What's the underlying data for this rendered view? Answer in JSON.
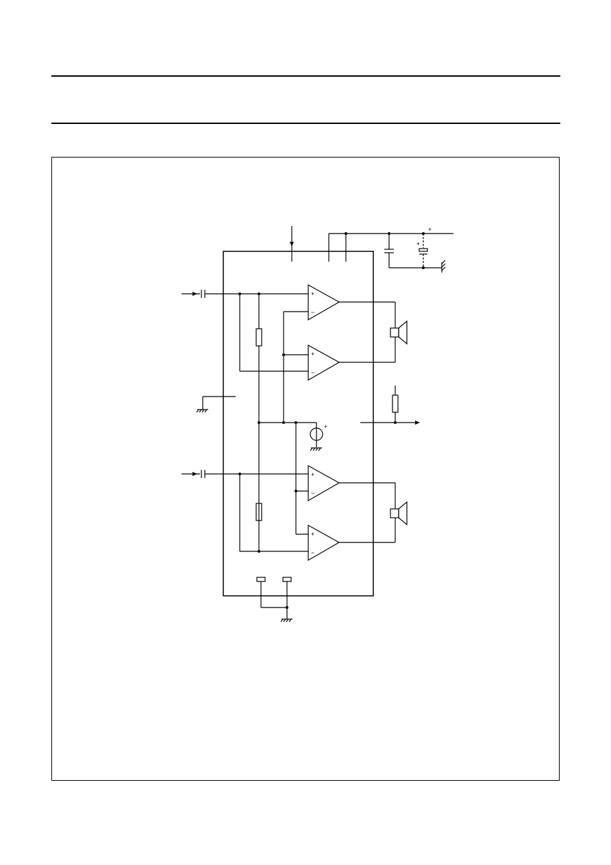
{
  "header": {},
  "figure": {
    "symbols": {
      "plus_sign": "+",
      "minus_sign": "−"
    },
    "components": [
      "input-capacitor-1",
      "input-capacitor-2",
      "amplifier-1",
      "amplifier-2",
      "amplifier-3",
      "amplifier-4",
      "loudspeaker-1",
      "loudspeaker-2",
      "resistor-1",
      "resistor-2",
      "resistor-3",
      "reference-voltage-source",
      "supply-capacitor",
      "electrolytic-capacitor",
      "ground-symbols"
    ]
  }
}
